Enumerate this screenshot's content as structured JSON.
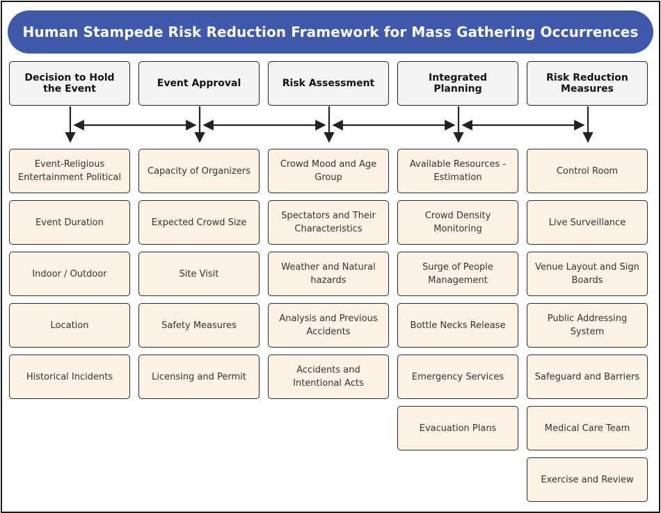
{
  "title": "Human Stampede Risk Reduction Framework for Mass Gathering Occurrences",
  "columns": [
    {
      "header": "Decision to Hold the Event",
      "items": [
        "Event-Religious Entertainment Political",
        "Event Duration",
        "Indoor / Outdoor",
        "Location",
        "Historical Incidents"
      ]
    },
    {
      "header": "Event Approval",
      "items": [
        "Capacity of Organizers",
        "Expected Crowd Size",
        "Site Visit",
        "Safety Measures",
        "Licensing and Permit"
      ]
    },
    {
      "header": "Risk Assessment",
      "items": [
        "Crowd Mood and Age Group",
        "Spectators and Their Characteristics",
        "Weather and Natural hazards",
        "Analysis and Previous Accidents",
        "Accidents and Intentional Acts"
      ]
    },
    {
      "header": "Integrated Planning",
      "items": [
        "Available Resources - Estimation",
        "Crowd Density Monitoring",
        "Surge of People Management",
        "Bottle Necks Release",
        "Emergency Services",
        "Evacuation Plans"
      ]
    },
    {
      "header": "Risk Reduction Measures",
      "items": [
        "Control Room",
        "Live Surveillance",
        "Venue Layout and Sign Boards",
        "Public Addressing System",
        "Safeguard and Barriers",
        "Medical Care Team",
        "Exercise and Review"
      ]
    }
  ],
  "colors": {
    "title_bg": "#3f5aab",
    "header_bg": "#f4f4f4",
    "item_bg": "#fdf2e3",
    "connector": "#222222"
  }
}
